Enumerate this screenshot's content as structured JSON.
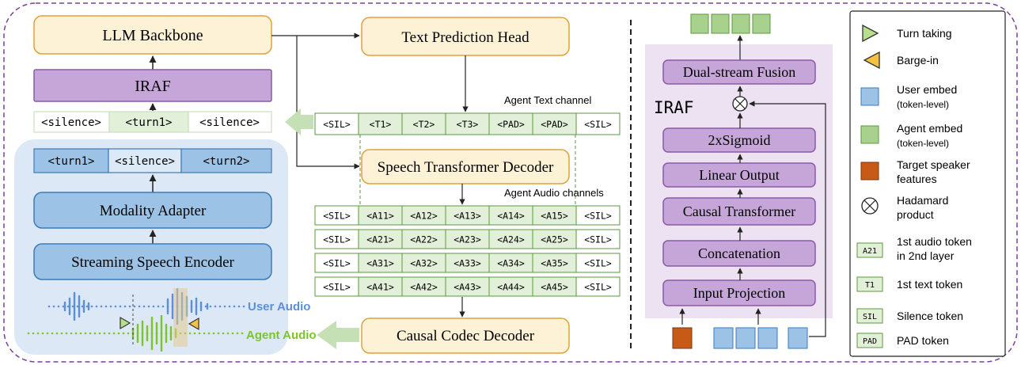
{
  "left": {
    "llm_backbone": "LLM Backbone",
    "text_head": "Text Prediction Head",
    "iraf": "IRAF",
    "silence_row": [
      "<silence>",
      "<turn1>",
      "<silence>"
    ],
    "encoder_row": [
      "<turn1>",
      "<silence>",
      "<turn2>"
    ],
    "modality_adapter": "Modality Adapter",
    "speech_encoder": "Streaming Speech Encoder",
    "speech_decoder": "Speech Transformer Decoder",
    "codec_decoder": "Causal Codec Decoder",
    "agent_text_label": "Agent Text channel",
    "agent_audio_label": "Agent Audio channels",
    "text_tokens": [
      "<SIL>",
      "<T1>",
      "<T2>",
      "<T3>",
      "<PAD>",
      "<PAD>",
      "<SIL>"
    ],
    "audio_rows": [
      [
        "<SIL>",
        "<A11>",
        "<A12>",
        "<A13>",
        "<A14>",
        "<A15>",
        "<SIL>"
      ],
      [
        "<SIL>",
        "<A21>",
        "<A22>",
        "<A23>",
        "<A24>",
        "<A25>",
        "<SIL>"
      ],
      [
        "<SIL>",
        "<A31>",
        "<A32>",
        "<A33>",
        "<A34>",
        "<A35>",
        "<SIL>"
      ],
      [
        "<SIL>",
        "<A41>",
        "<A42>",
        "<A43>",
        "<A44>",
        "<A45>",
        "<SIL>"
      ]
    ],
    "user_audio": "User Audio",
    "agent_audio": "Agent Audio"
  },
  "iraf_detail": {
    "title": "IRAF",
    "blocks": [
      "Dual-stream Fusion",
      "2xSigmoid",
      "Linear Output",
      "Causal Transformer",
      "Concatenation",
      "Input Projection"
    ]
  },
  "legend": [
    {
      "label": "Turn taking",
      "icon": "turn-taking-triangle-icon"
    },
    {
      "label": "Barge-in",
      "icon": "barge-in-triangle-icon"
    },
    {
      "label": "User embed",
      "sub": "(token-level)",
      "icon": "user-embed-square"
    },
    {
      "label": "Agent embed",
      "sub": "(token-level)",
      "icon": "agent-embed-square"
    },
    {
      "label": "Target speaker",
      "label2": "features",
      "icon": "speaker-feature-square"
    },
    {
      "label": "Hadamard",
      "label2": "product",
      "icon": "hadamard-icon"
    },
    {
      "label": "1st audio token",
      "label2": "in 2nd layer",
      "token": "A21"
    },
    {
      "label": "1st text token",
      "token": "T1"
    },
    {
      "label": "Silence token",
      "token": "SIL"
    },
    {
      "label": "PAD token",
      "token": "PAD"
    }
  ],
  "colors": {
    "yellow_fill": "#fdf1d6",
    "yellow_stroke": "#e0a23c",
    "purple_fill": "#c6a6d8",
    "purple_stroke": "#8a5aa8",
    "blue_fill": "#9cc3e6",
    "blue_stroke": "#3d7ab8",
    "green_fill": "#e2f0d9",
    "green_stroke": "#5a9a3c",
    "panel_purple": "#ece2f2",
    "panel_blue": "#dde8f6",
    "user_wave": "#5b8fd9",
    "agent_wave": "#7cc42a",
    "orange": "#c85a17"
  }
}
